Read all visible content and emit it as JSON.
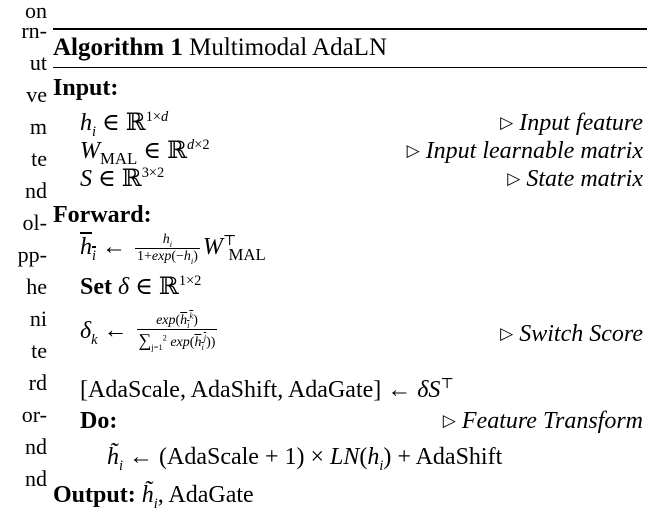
{
  "left_column_fragments": [
    "on",
    "rn-",
    "ut",
    "ve",
    "m",
    "te",
    "nd",
    "ol-",
    "pp-",
    "he",
    "ni",
    "te",
    "rd",
    "or-",
    "nd",
    "nd"
  ],
  "algorithm": {
    "label": "Algorithm 1",
    "title": "Multimodal AdaLN",
    "input_label": "Input:",
    "inputs": [
      {
        "formula": "h_i ∈ ℝ^{1×d}",
        "comment": "Input feature"
      },
      {
        "formula": "W_MAL ∈ ℝ^{d×2}",
        "comment": "Input learnable matrix"
      },
      {
        "formula": "S ∈ ℝ^{3×2}",
        "comment": "State matrix"
      }
    ],
    "forward_label": "Forward:",
    "set_label": "Set",
    "switch_comment": "Switch Score",
    "ada_names": "AdaScale, AdaShift, AdaGate",
    "do_label": "Do:",
    "do_comment": "Feature Transform",
    "transform_scale": "AdaScale",
    "transform_shift": "AdaShift",
    "output_label": "Output:",
    "output_gate": "AdaGate"
  }
}
